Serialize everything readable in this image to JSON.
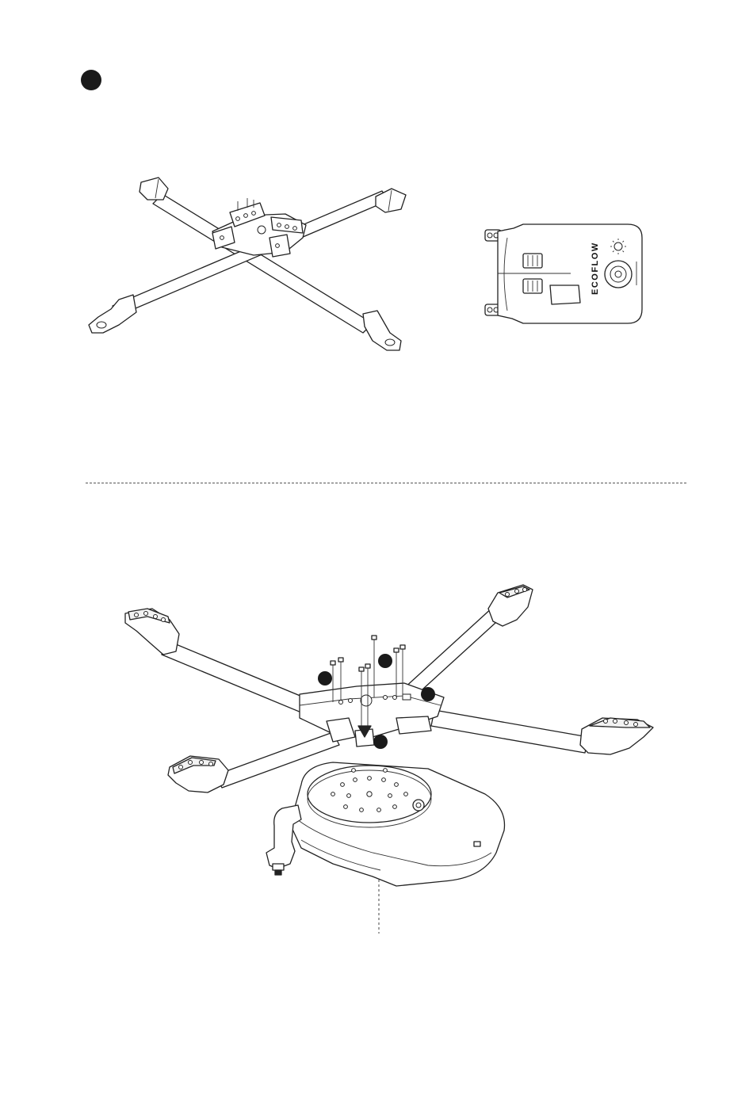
{
  "step": {
    "marker_color": "#1a1a1a"
  },
  "figures": {
    "frame_top": {
      "icon": "x-frame-drawing"
    },
    "battery_top_view": {
      "icon": "battery-top-view-drawing",
      "brand_text": "ECOFLOW"
    },
    "assembly": {
      "icon": "exploded-assembly-drawing"
    }
  },
  "callouts": {
    "count": 4
  }
}
